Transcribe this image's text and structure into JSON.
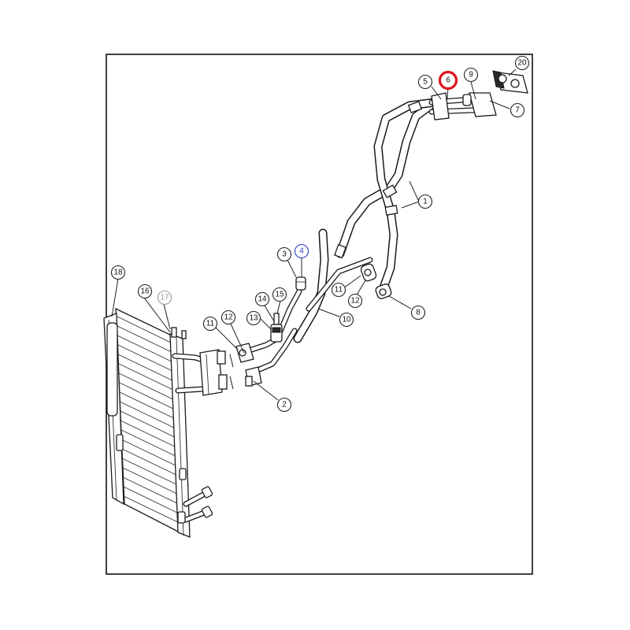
{
  "callouts": [
    {
      "id": "c1",
      "label": "1"
    },
    {
      "id": "c2",
      "label": "2"
    },
    {
      "id": "c3",
      "label": "3"
    },
    {
      "id": "c4",
      "label": "4"
    },
    {
      "id": "c5",
      "label": "5"
    },
    {
      "id": "c6",
      "label": "6"
    },
    {
      "id": "c7",
      "label": "7"
    },
    {
      "id": "c8",
      "label": "8"
    },
    {
      "id": "c9",
      "label": "9"
    },
    {
      "id": "c10",
      "label": "10"
    },
    {
      "id": "c11a",
      "label": "11"
    },
    {
      "id": "c11b",
      "label": "11"
    },
    {
      "id": "c12a",
      "label": "12"
    },
    {
      "id": "c12b",
      "label": "12"
    },
    {
      "id": "c13",
      "label": "13"
    },
    {
      "id": "c14",
      "label": "14"
    },
    {
      "id": "c15",
      "label": "15"
    },
    {
      "id": "c16",
      "label": "16"
    },
    {
      "id": "c17",
      "label": "17"
    },
    {
      "id": "c18",
      "label": "18"
    },
    {
      "id": "c20",
      "label": "20"
    }
  ],
  "colors": {
    "highlight_ring": "#e0141e",
    "selected_callout": "#2b3cc8",
    "muted_callout": "#9a9a9a",
    "line": "#1a1a1a"
  }
}
